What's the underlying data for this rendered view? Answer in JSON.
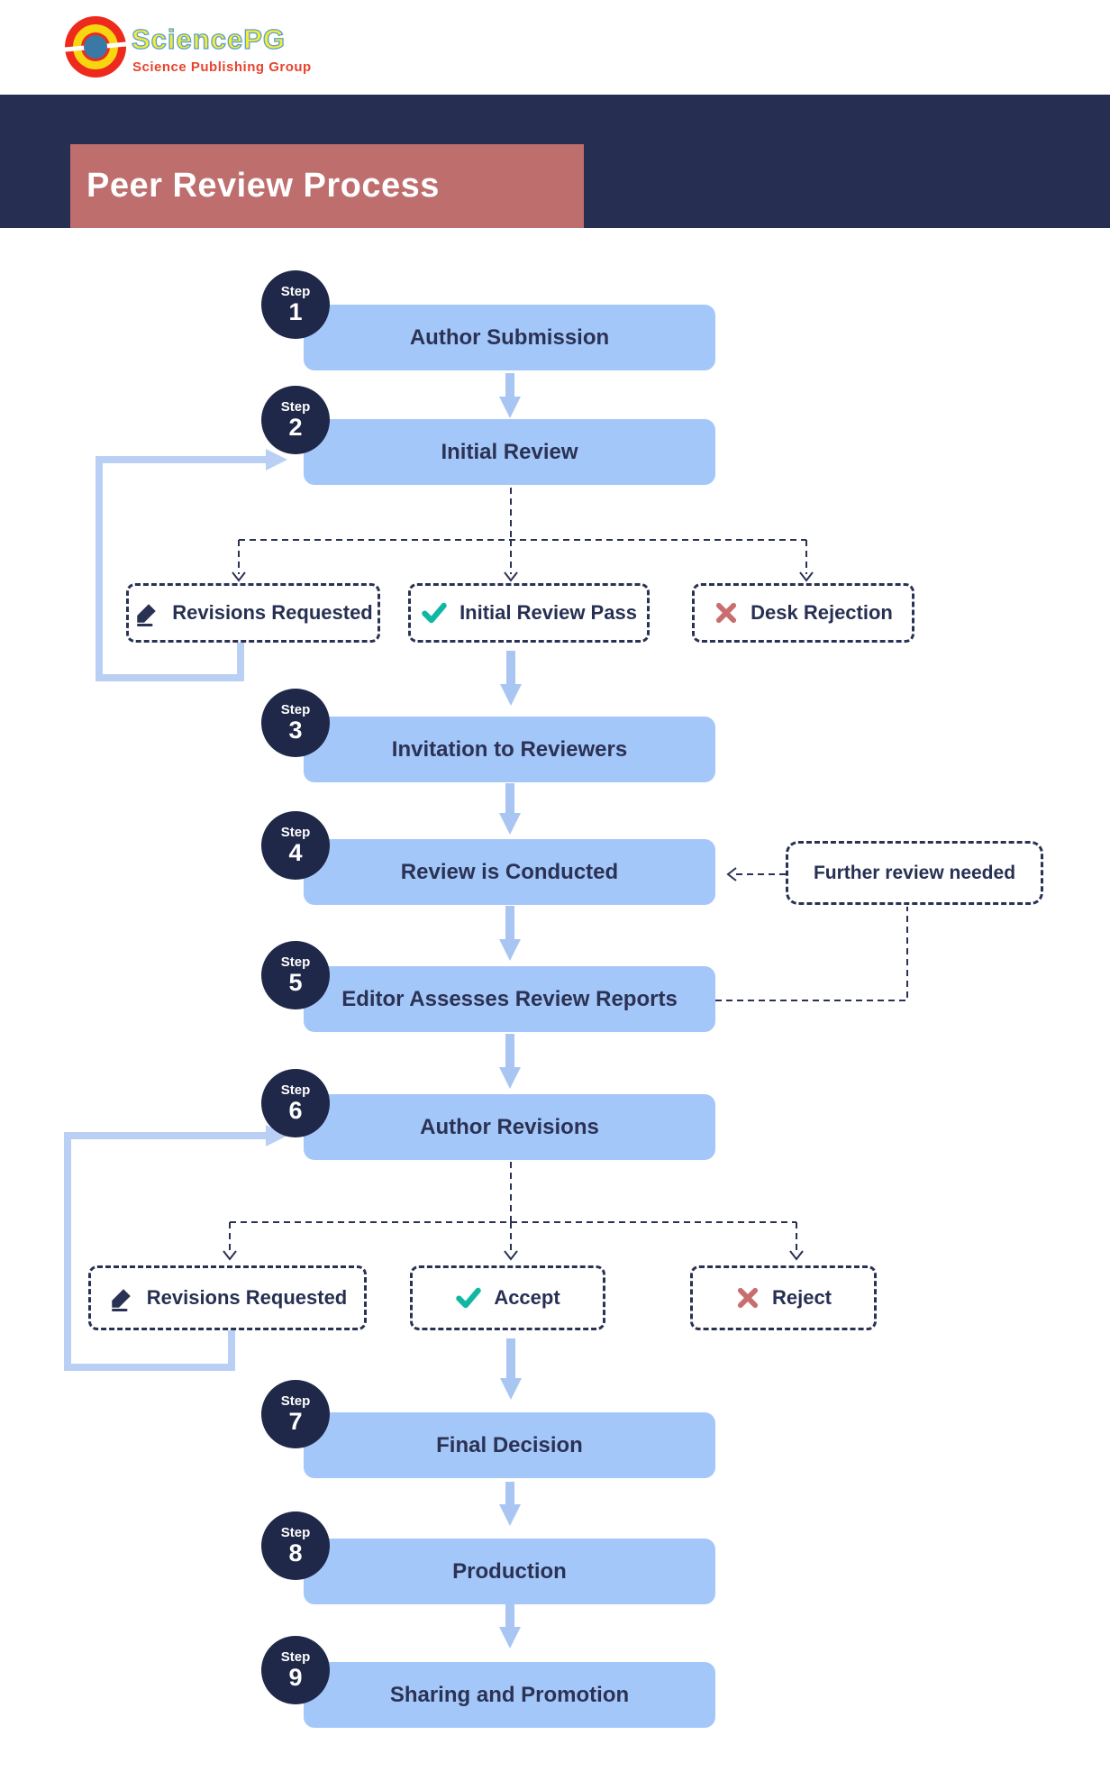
{
  "logo": {
    "brand": "SciencePG",
    "tagline": "Science Publishing Group"
  },
  "header": {
    "title": "Peer Review Process"
  },
  "step_word": "Step",
  "steps": [
    {
      "number": "1",
      "label": "Author Submission"
    },
    {
      "number": "2",
      "label": "Initial Review"
    },
    {
      "number": "3",
      "label": "Invitation to Reviewers"
    },
    {
      "number": "4",
      "label": "Review is Conducted"
    },
    {
      "number": "5",
      "label": "Editor Assesses Review Reports"
    },
    {
      "number": "6",
      "label": "Author Revisions"
    },
    {
      "number": "7",
      "label": "Final Decision"
    },
    {
      "number": "8",
      "label": "Production"
    },
    {
      "number": "9",
      "label": "Sharing and Promotion"
    }
  ],
  "branches": {
    "initial_review": [
      {
        "icon": "pencil-icon",
        "label": "Revisions Requested"
      },
      {
        "icon": "check-icon",
        "label": "Initial Review Pass"
      },
      {
        "icon": "cross-icon",
        "label": "Desk Rejection"
      }
    ],
    "author_revisions": [
      {
        "icon": "pencil-icon",
        "label": "Revisions Requested"
      },
      {
        "icon": "check-icon",
        "label": "Accept"
      },
      {
        "icon": "cross-icon",
        "label": "Reject"
      }
    ]
  },
  "annotations": {
    "further_review": "Further review needed"
  },
  "colors": {
    "band_navy": "#262e52",
    "title_salmon": "#bf6e6e",
    "bar_blue": "#a4c7f9",
    "circle_navy": "#1f2849",
    "text_navy": "#2b3254",
    "dash_navy": "#2a3254",
    "arrow_blue": "#a9c6f2",
    "loop_blue": "#b9cff4",
    "check_teal": "#10b7a2",
    "cross_red": "#c96e6e",
    "logo_red": "#ee2a1d",
    "logo_yellow": "#f7d511",
    "logo_blue": "#3a78a5"
  }
}
